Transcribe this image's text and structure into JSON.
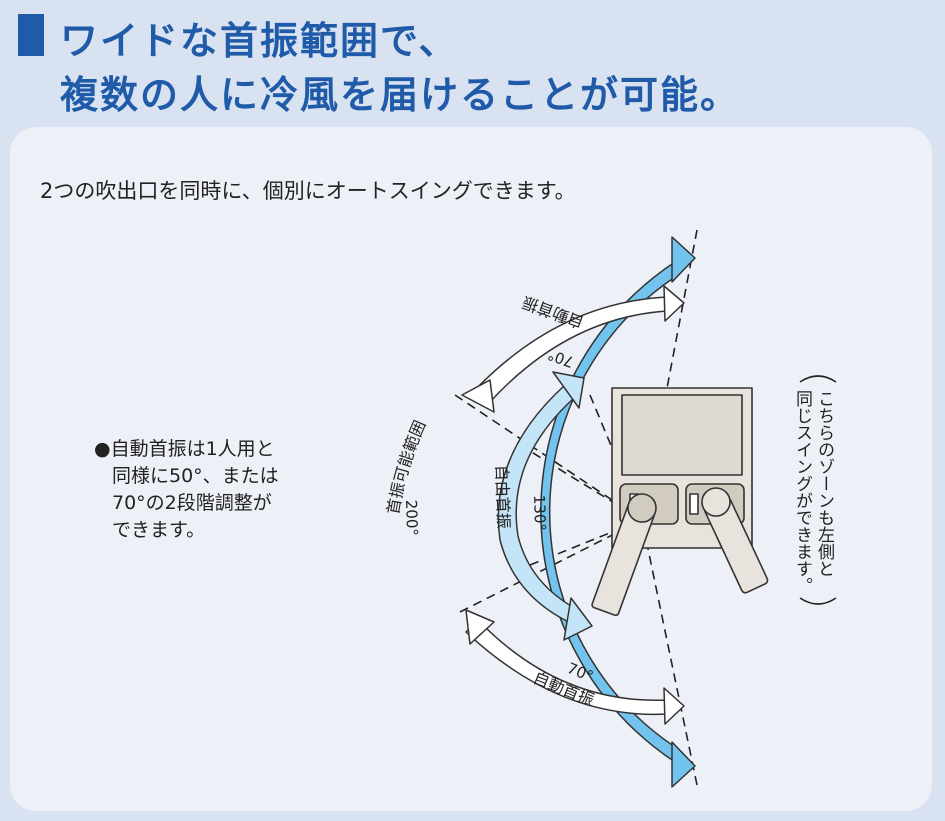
{
  "title": {
    "line1": "ワイドな首振範囲で、",
    "line2": "複数の人に冷風を届けることが可能。"
  },
  "subtitle": "2つの吹出口を同時に、個別にオートスイングできます。",
  "note": {
    "line1": "●自動首振は1人用と",
    "line2": "同様に50°、または",
    "line3": "70°の2段階調整が",
    "line4": "できます。"
  },
  "labels": {
    "range_label": "首振可能範囲",
    "range_deg": "200°",
    "free_label": "自由首振",
    "free_deg": "130°",
    "auto_upper_label": "自動首振",
    "auto_upper_deg": "70°",
    "auto_lower_label": "自動首振",
    "auto_lower_deg": "70°"
  },
  "side_note": {
    "line1": "こちらのゾーンも左側と",
    "line2": "同じスイングができます。"
  },
  "colors": {
    "title": "#1f5ba8",
    "outer_arrow": "#72c4ee",
    "inner_arrow": "#c4e5f7",
    "white_arrow": "#ffffff",
    "outline": "#333333"
  }
}
